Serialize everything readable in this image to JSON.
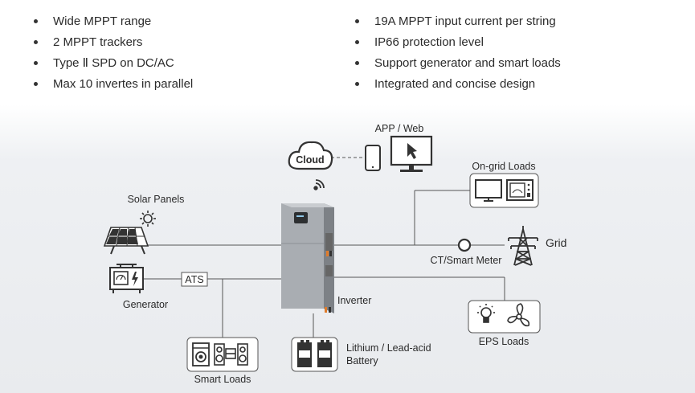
{
  "features_left": [
    "Wide MPPT range",
    "2 MPPT trackers",
    "Type Ⅱ SPD on DC/AC",
    "Max 10 invertes in parallel"
  ],
  "features_right": [
    "19A MPPT input current per string",
    "IP66 protection level",
    "Support generator and smart loads",
    "Integrated and concise design"
  ],
  "diagram": {
    "cloud_label": "Cloud",
    "app_web_label": "APP / Web",
    "on_grid_loads_label": "On-grid Loads",
    "solar_panels_label": "Solar Panels",
    "grid_label": "Grid",
    "ct_meter_label": "CT/Smart Meter",
    "ats_label": "ATS",
    "generator_label": "Generator",
    "inverter_label": "Inverter",
    "eps_loads_label": "EPS Loads",
    "battery_label_line1": "Lithium / Lead-acid",
    "battery_label_line2": "Battery",
    "smart_loads_label": "Smart Loads"
  },
  "colors": {
    "line": "#555555",
    "icon": "#3a3a3a",
    "inverter_body": "#a9adb2",
    "accent_orange": "#e07b2a"
  }
}
